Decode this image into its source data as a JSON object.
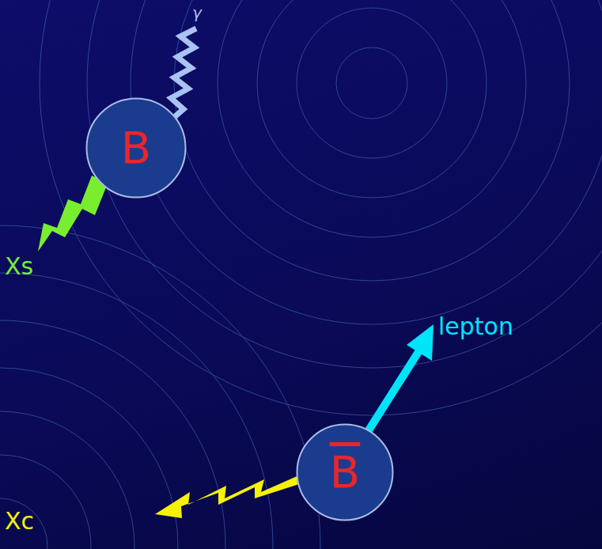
{
  "diagram": {
    "nodes": [
      {
        "text": [
          "B"
        ]
      },
      {
        "text": [
          "B"
        ]
      }
    ],
    "labels": [
      "γ",
      "Xs",
      "lepton",
      "Xc"
    ]
  }
}
